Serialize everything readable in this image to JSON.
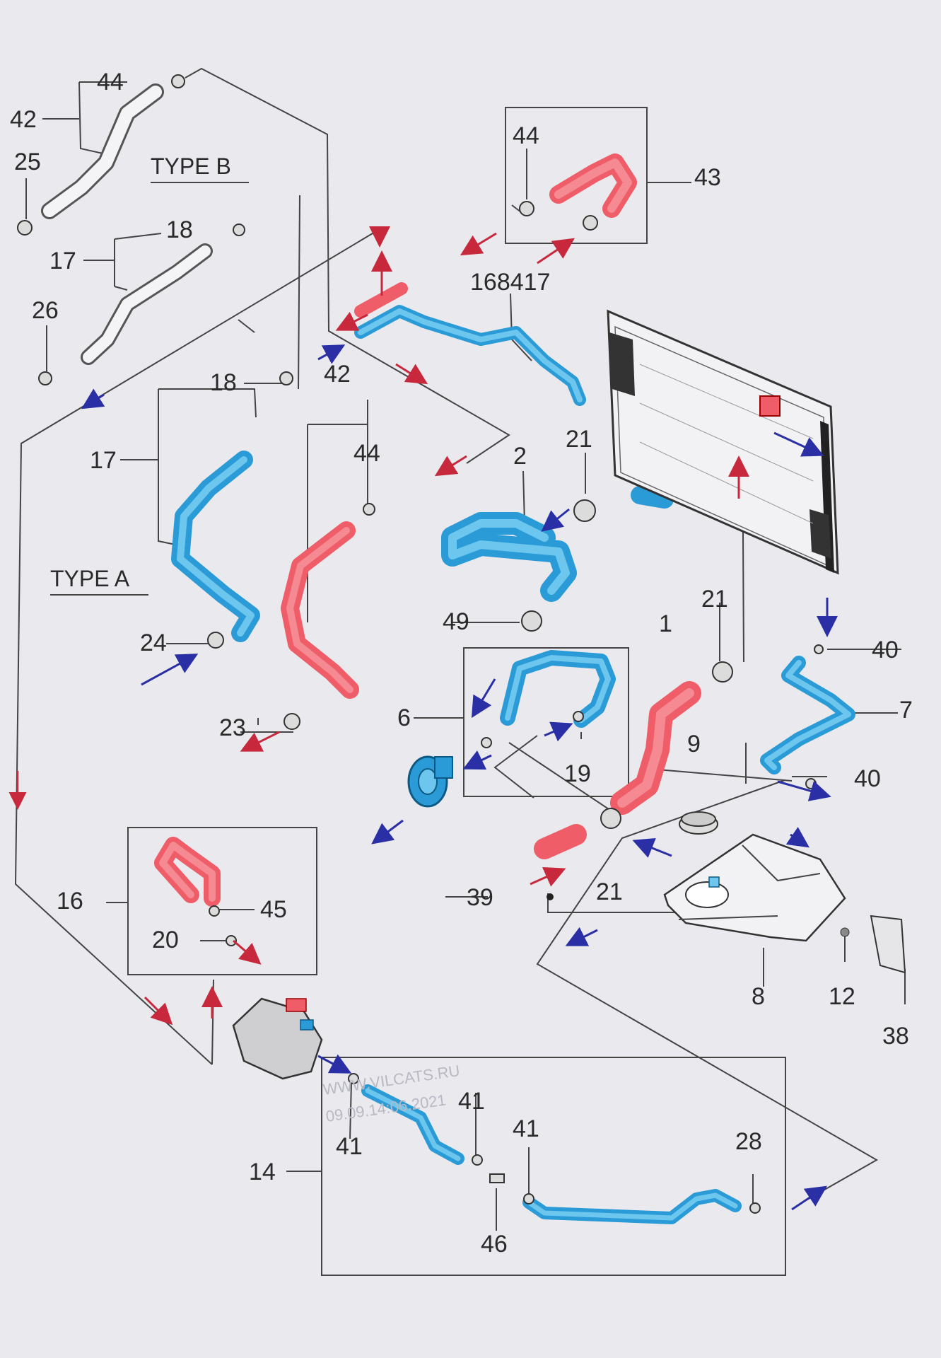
{
  "type_labels": {
    "type_a": "TYPE A",
    "type_b": "TYPE B"
  },
  "watermark": {
    "line1": "WWW.VILCATS.RU",
    "line2": "09.09.14:06.2021"
  },
  "part_labels": {
    "p44_typeb": "44",
    "p42_typeb": "42",
    "p25": "25",
    "p18_typeb": "18",
    "p17_typeb": "17",
    "p26": "26",
    "p44_box": "44",
    "p43": "43",
    "p168417": "168417",
    "p18_a": "18",
    "p42_a": "42",
    "p44_a": "44",
    "p17_a": "17",
    "p2": "2",
    "p21_top": "21",
    "p24": "24",
    "p49": "49",
    "p1": "1",
    "p21_mid": "21",
    "p40_top": "40",
    "p7": "7",
    "p40_bot": "40",
    "p23": "23",
    "p6": "6",
    "p9": "9",
    "p19": "19",
    "p39": "39",
    "p21_bot": "21",
    "p16": "16",
    "p45": "45",
    "p20": "20",
    "p8": "8",
    "p12": "12",
    "p38": "38",
    "p41_a": "41",
    "p41_b": "41",
    "p41_c": "41",
    "p14": "14",
    "p28": "28",
    "p46": "46"
  },
  "colors": {
    "supply_hose": "#ee5d68",
    "return_hose": "#2a9bd6",
    "hot_arrow": "#c8283c",
    "cold_arrow": "#2a2fa6"
  }
}
